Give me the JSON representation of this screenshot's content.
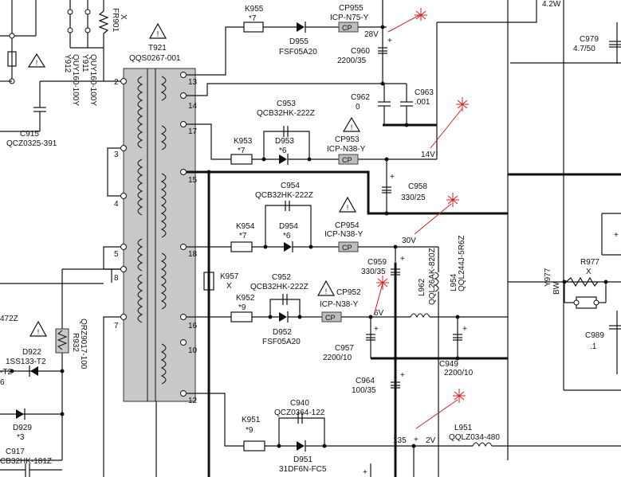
{
  "transformer": {
    "ref": "T921",
    "part": "QQS0267-001",
    "pins_left": [
      "2",
      "3",
      "4",
      "5",
      "8",
      "7"
    ],
    "pins_right": [
      "13",
      "14",
      "17",
      "15",
      "18",
      "16",
      "10",
      "12"
    ]
  },
  "top_left": {
    "y912": "Y912",
    "y911": "Y911",
    "y912_part": "QUY160-100Y",
    "y911_part": "QUY160-100Y",
    "fr901": "FR901",
    "fr901_x": "X",
    "c915": "C915",
    "c915_part": "QCZ0325-391"
  },
  "k955": {
    "ref": "K955",
    "val": "*7"
  },
  "d955": {
    "ref": "D955",
    "part": "FSF05A20"
  },
  "cp955": {
    "ref": "CP955",
    "part": "ICP-N75-Y",
    "box": "CP"
  },
  "c960": {
    "ref": "C960",
    "val": "2200/35",
    "volt": "28V"
  },
  "c962": {
    "ref": "C962",
    "val": "0"
  },
  "c963": {
    "ref": "C963",
    "val": ".001"
  },
  "c979": {
    "ref": "C979",
    "val": "4.7/50"
  },
  "c953": {
    "ref": "C953",
    "part": "QCB32HK-222Z"
  },
  "k953": {
    "ref": "K953",
    "val": "*7"
  },
  "d953": {
    "ref": "D953",
    "val": "*6"
  },
  "cp953": {
    "ref": "CP953",
    "part": "ICP-N38-Y",
    "box": "CP"
  },
  "v14": "14V",
  "c958": {
    "ref": "C958",
    "val": "330/25"
  },
  "c954": {
    "ref": "C954",
    "part": "QCB32HK-222Z"
  },
  "k954": {
    "ref": "K954",
    "val": "*7"
  },
  "d954": {
    "ref": "D954",
    "val": "*6"
  },
  "cp954": {
    "ref": "CP954",
    "part": "ICP-N38-Y",
    "box": "CP"
  },
  "v30": "30V",
  "c959": {
    "ref": "C959",
    "val": "330/35"
  },
  "l962": {
    "ref": "L962",
    "part": "QQL26AK-820Z"
  },
  "l954": {
    "ref": "L954",
    "part": "QQL244J-5R6Z"
  },
  "k957": {
    "ref": "K957",
    "val": "X"
  },
  "k952": {
    "ref": "K952",
    "val": "*9"
  },
  "c952": {
    "ref": "C952",
    "part": "QCB32HK-222Z"
  },
  "d952": {
    "ref": "D952",
    "part": "FSF05A20"
  },
  "cp952": {
    "ref": "CP952",
    "part": "ICP-N38-Y",
    "box": "CP"
  },
  "v6": "6V",
  "c957": {
    "ref": "C957",
    "val": "2200/10"
  },
  "c949": {
    "ref": "C949",
    "val": "2200/10"
  },
  "c964": {
    "ref": "C964",
    "val": "100/35"
  },
  "r977": {
    "ref": "R977",
    "val": "X"
  },
  "y977": {
    "ref": "Y977",
    "val": "BW"
  },
  "c989": {
    "ref": "C989",
    "val": ".1"
  },
  "r932": {
    "ref": "R932",
    "part": "QRZ9017-100"
  },
  "d922": {
    "ref": "D922",
    "part": "1SS133-T2"
  },
  "d929": {
    "ref": "D929",
    "val": "*3"
  },
  "c917": {
    "ref": "C917",
    "part": "CB32HK-181Z"
  },
  "left_edge": {
    "a": "472Z",
    "b": "-T2",
    "c": "6"
  },
  "c940": {
    "ref": "C940",
    "part": "QCZ0364-122"
  },
  "k951": {
    "ref": "K951",
    "val": "*9"
  },
  "d951": {
    "ref": "D951",
    "part": "31DF6N-FC5"
  },
  "l951": {
    "ref": "L951",
    "part": "QQLZ034-480"
  },
  "v135": "135",
  "v2": "2V",
  "plus": "+",
  "top_right_cut": "4.2W",
  "warning_mark": "!"
}
